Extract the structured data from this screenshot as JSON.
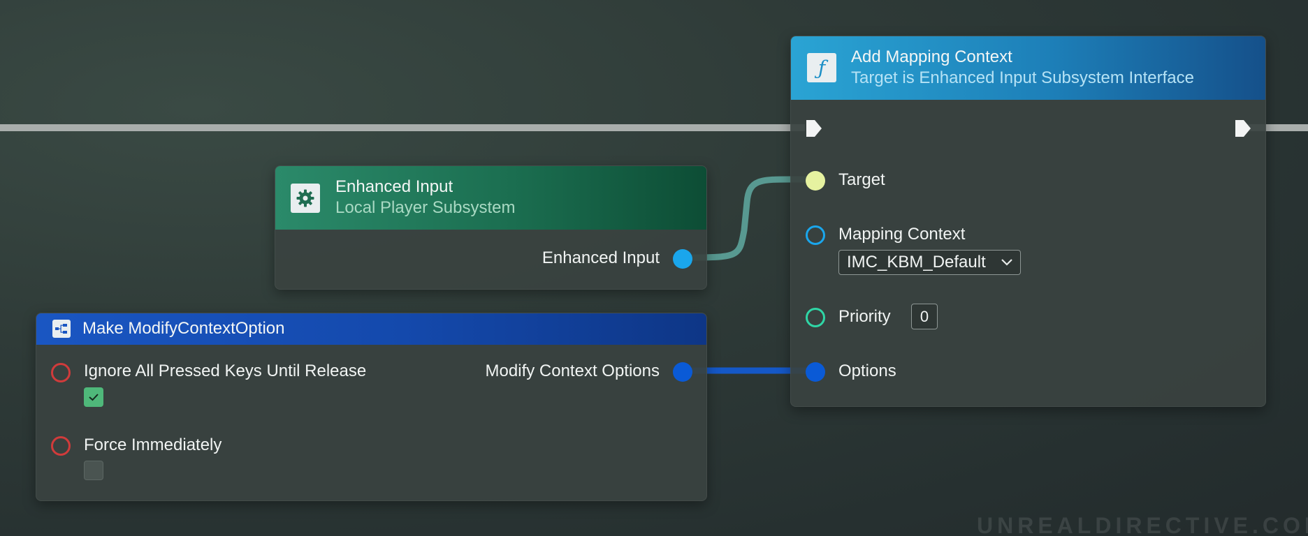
{
  "graph": {
    "add_mapping_context": {
      "title": "Add Mapping Context",
      "subtitle": "Target is Enhanced Input Subsystem Interface",
      "icon": "function-icon",
      "pins": {
        "target": "Target",
        "mapping_context": "Mapping Context",
        "mapping_context_value": "IMC_KBM_Default",
        "priority": "Priority",
        "priority_value": "0",
        "options": "Options"
      }
    },
    "enhanced_input": {
      "title": "Enhanced Input",
      "subtitle": "Local Player Subsystem",
      "icon": "gear-icon",
      "output_label": "Enhanced Input"
    },
    "make_modify_context_option": {
      "title": "Make ModifyContextOption",
      "icon": "struct-make-icon",
      "pins": {
        "ignore_all_pressed": "Ignore All Pressed Keys Until Release",
        "ignore_all_pressed_checked": true,
        "force_immediately": "Force Immediately",
        "force_immediately_checked": false,
        "output": "Modify Context Options"
      }
    },
    "watermark": "UNREALDIRECTIVE.COM"
  },
  "colors": {
    "exec_wire": "#b7bcbb",
    "object_pin": "#1aa6ec",
    "target_pin": "#e6f2a0",
    "struct_pin": "#0a5ad6",
    "bool_pin": "#d03b3b",
    "int_pin": "#2fd6a6",
    "checkbox_checked": "#4fb87a"
  }
}
